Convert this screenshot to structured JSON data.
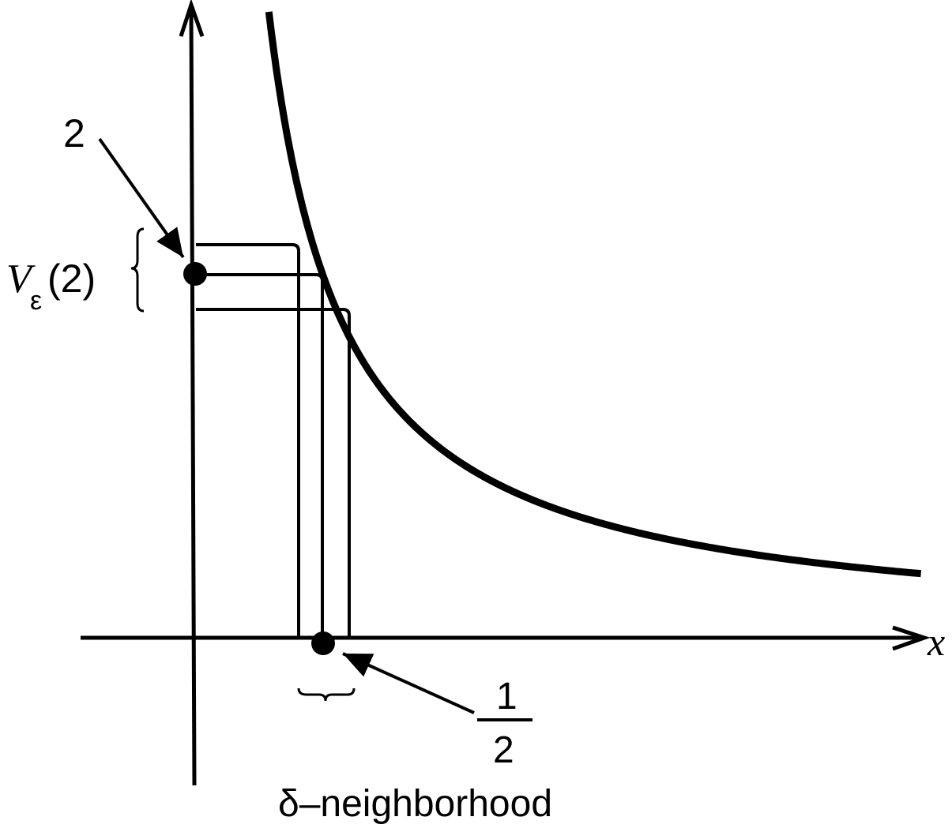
{
  "figure": {
    "curve_function": "1/x",
    "point_x_label": {
      "numerator": "1",
      "denominator": "2"
    },
    "point_y_label": "2",
    "neighborhood_label": {
      "symbol": "V",
      "subscript": "ε",
      "argument": "(2)"
    },
    "delta_label": "δ–neighborhood",
    "x_axis_label": "x",
    "colors": {
      "ink": "#000000",
      "background": "#ffffff"
    }
  }
}
